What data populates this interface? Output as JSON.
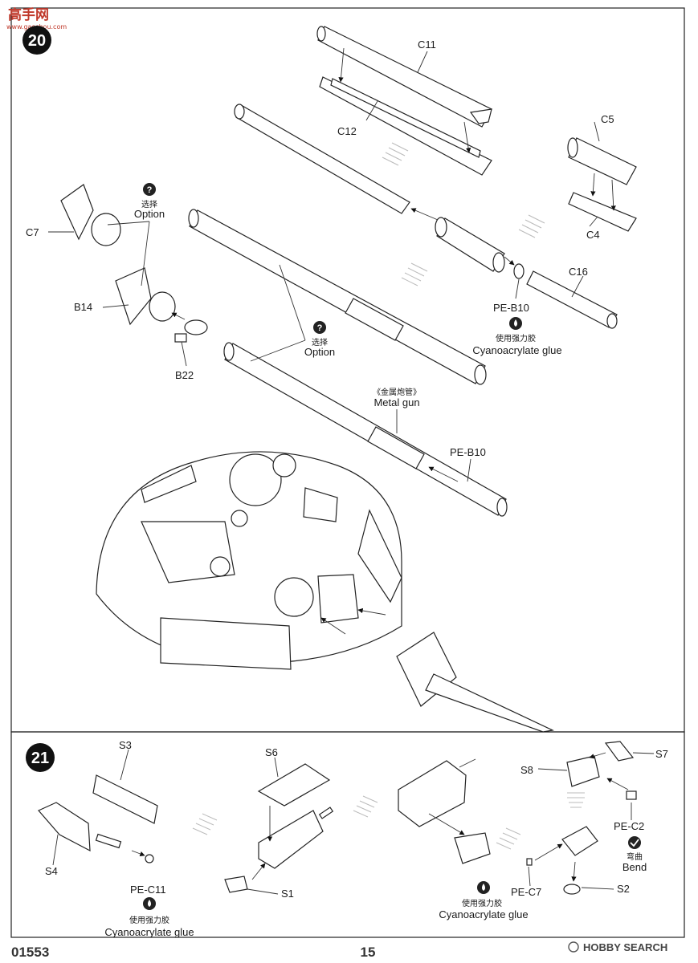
{
  "watermark_top": {
    "cn": "高手网",
    "url": "www.gaoshou.com"
  },
  "watermark_bottom": "HOBBY SEARCH",
  "footer": {
    "code": "01553",
    "page": "15"
  },
  "steps": [
    {
      "number": "20"
    },
    {
      "number": "21"
    }
  ],
  "step20": {
    "labels": {
      "c11": "C11",
      "c12": "C12",
      "c5": "C5",
      "c4": "C4",
      "c7": "C7",
      "c16": "C16",
      "b14": "B14",
      "b22": "B22",
      "pe_b10_a": "PE-B10",
      "pe_b10_b": "PE-B10"
    },
    "option_a": {
      "cn": "选择",
      "en": "Option"
    },
    "option_b": {
      "cn": "选择",
      "en": "Option"
    },
    "glue": {
      "cn": "使用强力胶",
      "en": "Cyanoacrylate glue"
    },
    "metal_gun": {
      "cn": "《金属炮管》",
      "en": "Metal gun"
    }
  },
  "step21": {
    "labels": {
      "s3": "S3",
      "s4": "S4",
      "s6": "S6",
      "s1": "S1",
      "s7": "S7",
      "s8": "S8",
      "s2": "S2",
      "pe_c11": "PE-C11",
      "pe_c7": "PE-C7",
      "pe_c2": "PE-C2"
    },
    "glue_a": {
      "cn": "使用强力胶",
      "en": "Cyanoacrylate glue"
    },
    "glue_b": {
      "cn": "使用强力胶",
      "en": "Cyanoacrylate glue"
    },
    "bend": {
      "cn": "弯曲",
      "en": "Bend"
    }
  },
  "icons": [
    "question-icon",
    "glue-drop-icon",
    "bend-check-icon",
    "arrow-icon"
  ]
}
